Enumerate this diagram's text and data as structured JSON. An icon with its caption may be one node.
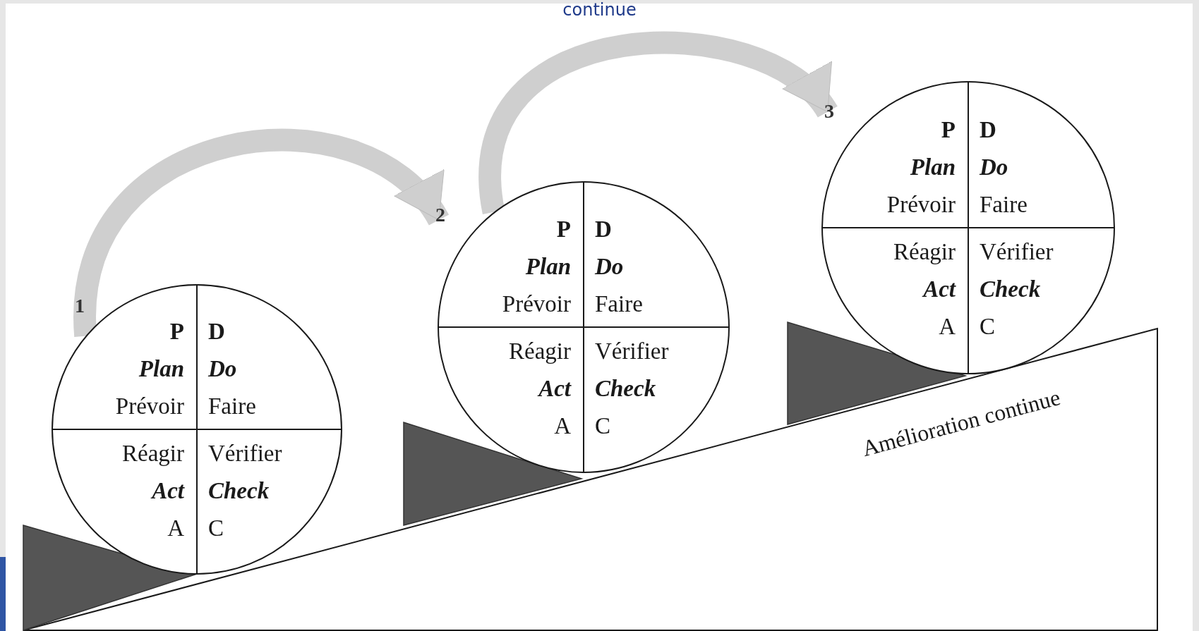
{
  "diagram": {
    "title": "continue",
    "nodes": [
      {
        "text": [
          "P",
          "Plan",
          "Prévoir",
          "D",
          "Do",
          "Faire",
          "Réagir",
          "Act",
          "A",
          "Vérifier",
          "Check",
          "C"
        ]
      },
      {
        "text": [
          "P",
          "Plan",
          "Prévoir",
          "D",
          "Do",
          "Faire",
          "Réagir",
          "Act",
          "A",
          "Vérifier",
          "Check",
          "C"
        ]
      },
      {
        "text": [
          "P",
          "Plan",
          "Prévoir",
          "D",
          "Do",
          "Faire",
          "Réagir",
          "Act",
          "A",
          "Vérifier",
          "Check",
          "C"
        ]
      }
    ],
    "edges": [
      {
        "from": 0,
        "to": 1,
        "arrow": "to"
      },
      {
        "from": 1,
        "to": 2,
        "arrow": "to"
      }
    ],
    "labels": [
      "1",
      "2",
      "3",
      "Amélioration continue"
    ]
  }
}
